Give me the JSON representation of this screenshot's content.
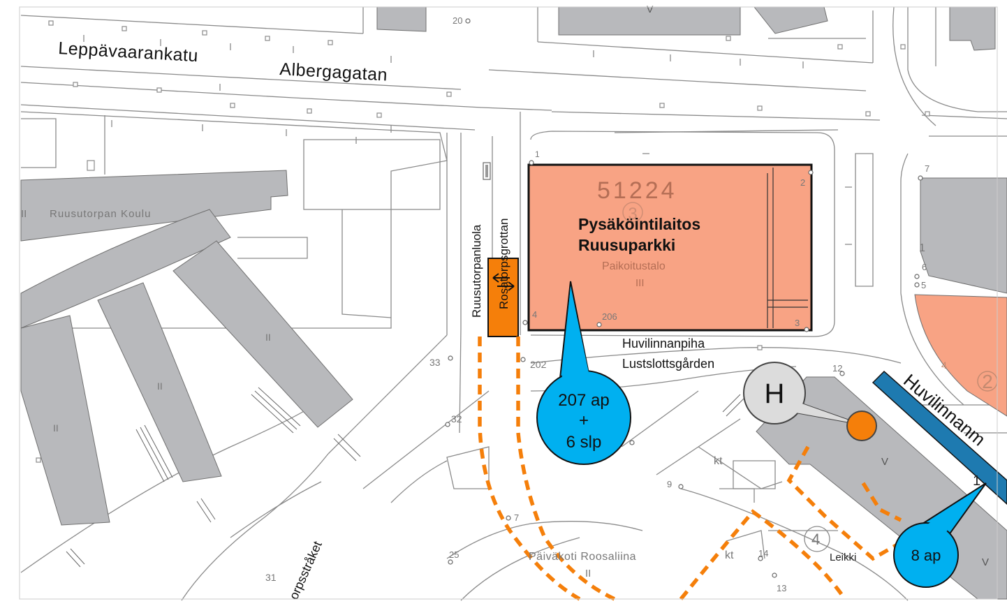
{
  "streets": {
    "leppavaarankatu": "Leppävaarankatu",
    "albergagatan": "Albergagatan",
    "ruusutorpanluola": "Ruusutorpanluola",
    "rosatorpsgrottan": "Rosatorpsgrottan",
    "huvilinnanpiha": "Huvilinnanpiha",
    "lustslottsgarden": "Lustslottsgården",
    "huvilinnanmaki_partial": "Huvilinnanm",
    "rosatorpsstraket_partial": "orpsstråket"
  },
  "buildings": {
    "school": "Ruusutorpan Koulu",
    "daycare": "Päiväkoti Roosaliina",
    "parking_block_number": "51224",
    "parking_type": "Paikoitustalo",
    "parking_floors": "III",
    "school_floors": "II",
    "right_floors": "V"
  },
  "parking": {
    "title_line1": "Pysäköintilaitos",
    "title_line2": "Ruusuparkki",
    "capacity_line1": "207 ap",
    "capacity_line2": "+",
    "capacity_line3": "6 slp",
    "street_capacity": "8 ap"
  },
  "markers": {
    "hospital": "H",
    "kt": "kt",
    "leikki": "Leikki"
  },
  "address_numbers": {
    "n1": "1",
    "n2": "2",
    "n3": "3",
    "n4": "4",
    "n5": "5",
    "n6": "6",
    "n7": "7",
    "n7b": "7",
    "n9": "9",
    "n12": "12",
    "n13": "13",
    "n14": "14",
    "n25": "25",
    "n31": "31",
    "n32": "32",
    "n33": "33",
    "n202": "202",
    "n206": "206",
    "n20": "20",
    "c2": "2",
    "c4": "4",
    "c1": "1",
    "c3": "3",
    "cl": "1"
  },
  "colors": {
    "building_grey": "#b8b9bc",
    "parking_salmon": "#f8a384",
    "orange": "#f57f0a",
    "callout_blue": "#00b0f0",
    "stripe_blue": "#1e7ab0",
    "hospital_grey": "#dcdcdc"
  }
}
